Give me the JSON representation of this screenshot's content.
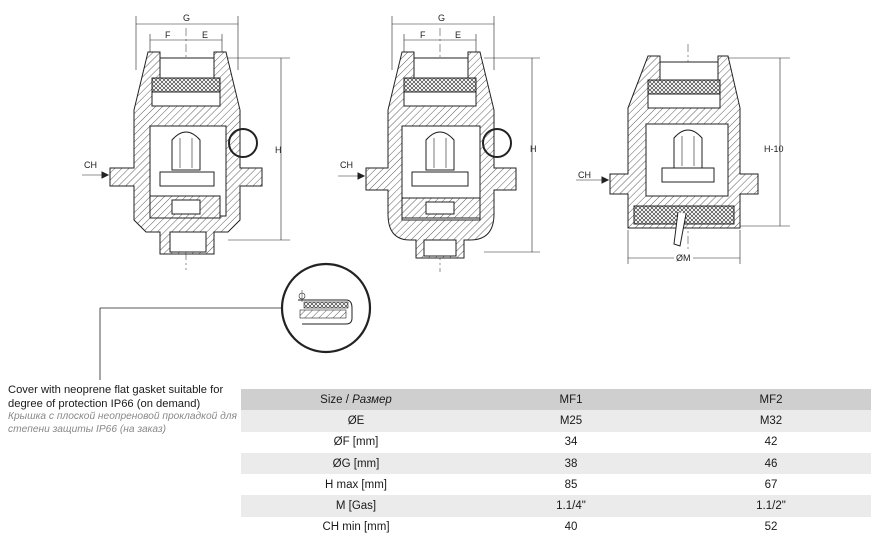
{
  "drawing": {
    "labels": {
      "g": "G",
      "f": "F",
      "e": "E",
      "h": "H",
      "ch": "CH",
      "h10": "H-10",
      "om": "ØM"
    }
  },
  "caption": {
    "en": "Cover with neoprene flat gasket suitable for degree of protection IP66 (on demand)",
    "ru": "Крышка с плоской неопреновой прокладкой для степени защиты IP66 (на заказ)"
  },
  "table": {
    "header": {
      "size": "Size",
      "sep": " / ",
      "size_ru": "Размер",
      "col1": "MF1",
      "col2": "MF2"
    },
    "rows": [
      {
        "label": "ØE",
        "mf1": "M25",
        "mf2": "M32"
      },
      {
        "label": "ØF [mm]",
        "mf1": "34",
        "mf2": "42"
      },
      {
        "label": "ØG [mm]",
        "mf1": "38",
        "mf2": "46"
      },
      {
        "label": "H max [mm]",
        "mf1": "85",
        "mf2": "67"
      },
      {
        "label": "M [Gas]",
        "mf1": "1.1/4\"",
        "mf2": "1.1/2\""
      },
      {
        "label": "CH min [mm]",
        "mf1": "40",
        "mf2": "52"
      }
    ]
  }
}
